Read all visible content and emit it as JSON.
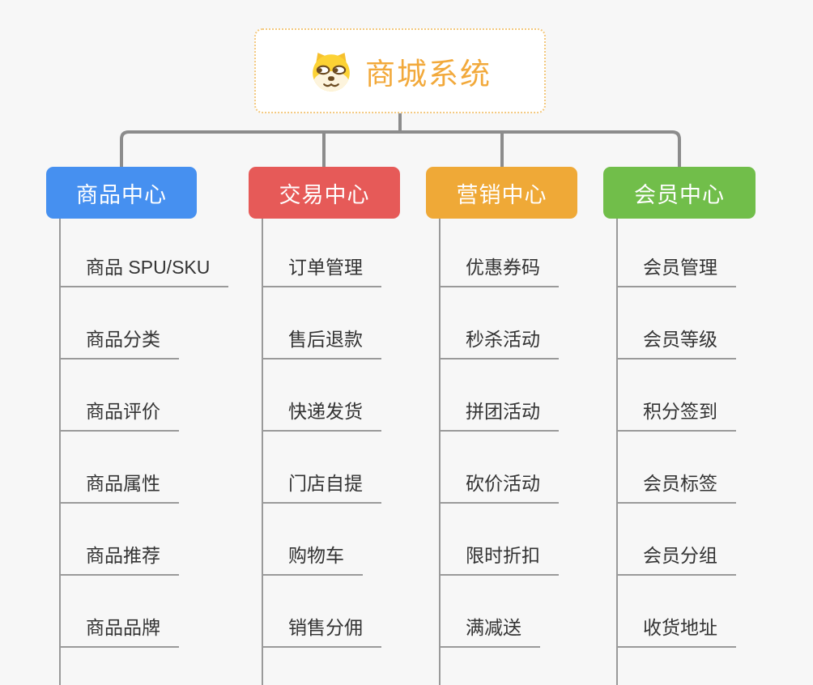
{
  "root": {
    "label": "商城系统",
    "icon": "dog-face-icon",
    "text_color": "#f2a93b",
    "border_color": "#f3c87e",
    "background": "#ffffff"
  },
  "theme": {
    "canvas_background": "#f7f7f7",
    "connector_color": "#8c8c8c",
    "child_line_color": "#9a9a9a",
    "child_text_color": "#333333"
  },
  "branches": [
    {
      "label": "商品中心",
      "color": "#4690f0",
      "items": [
        "商品 SPU/SKU",
        "商品分类",
        "商品评价",
        "商品属性",
        "商品推荐",
        "商品品牌"
      ]
    },
    {
      "label": "交易中心",
      "color": "#e65a58",
      "items": [
        "订单管理",
        "售后退款",
        "快递发货",
        "门店自提",
        "购物车",
        "销售分佣"
      ]
    },
    {
      "label": "营销中心",
      "color": "#efa937",
      "items": [
        "优惠券码",
        "秒杀活动",
        "拼团活动",
        "砍价活动",
        "限时折扣",
        "满减送"
      ]
    },
    {
      "label": "会员中心",
      "color": "#71be4a",
      "items": [
        "会员管理",
        "会员等级",
        "积分签到",
        "会员标签",
        "会员分组",
        "收货地址"
      ]
    }
  ]
}
